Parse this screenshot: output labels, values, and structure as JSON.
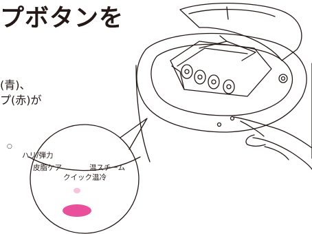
{
  "heading": "プボタンを",
  "body_lines": [
    "(青)、",
    "プ(赤)が"
  ],
  "bullet": "○",
  "zoom_labels": {
    "hari": "ハリ/弾力",
    "hishi": "皮脂ケア",
    "onsteam": "温スチーム",
    "quick": "クイック温冷"
  },
  "colors": {
    "lamp_pink": "#ea4f9c",
    "lamp_light": "#f6c4dd",
    "line": "#231815"
  }
}
